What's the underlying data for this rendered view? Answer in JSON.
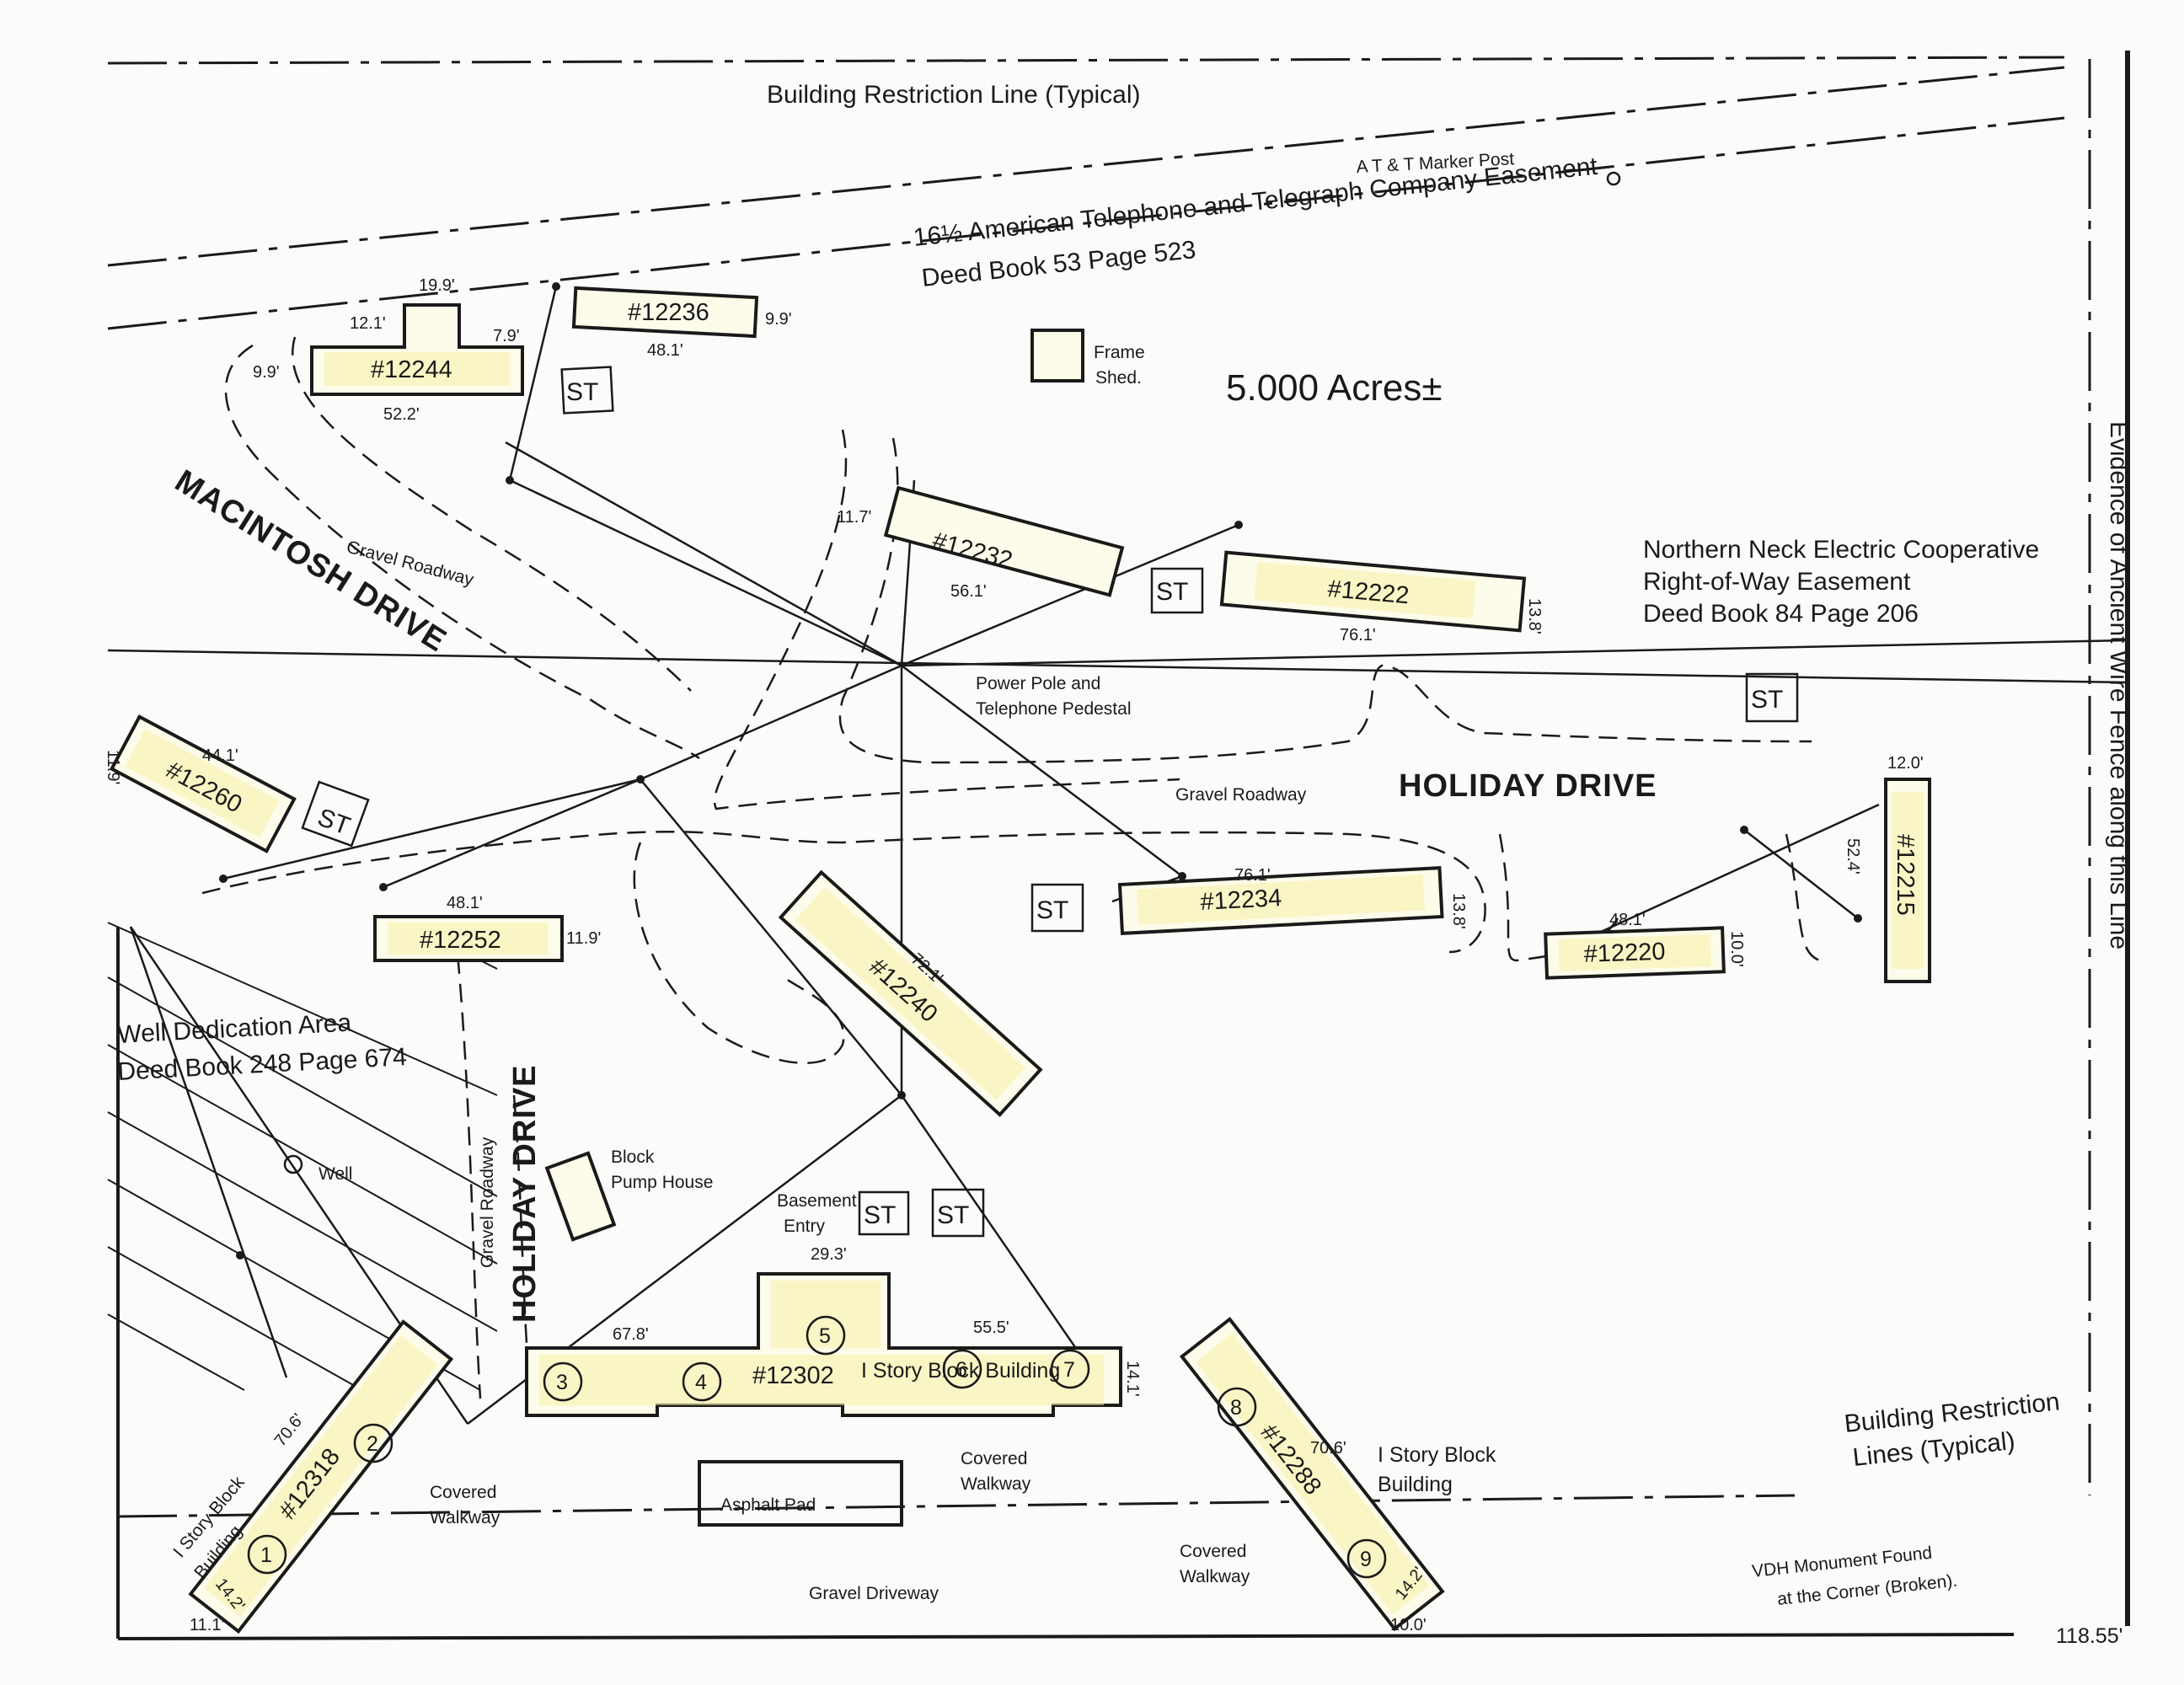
{
  "labels": {
    "building_restriction_top": "Building Restriction Line (Typical)",
    "att_marker": "A T & T Marker Post",
    "att_easement_line1": "16½ American Telephone and Telegraph Company Easement",
    "att_easement_line2": "Deed Book 53 Page 523",
    "frame_shed_1": "Frame",
    "frame_shed_2": "Shed.",
    "acreage": "5.000 Acres±",
    "macintosh_drive": "MACINTOSH DRIVE",
    "gravel_roadway": "Gravel Roadway",
    "nnec_line1": "Northern Neck Electric Cooperative",
    "nnec_line2": "Right-of-Way Easement",
    "nnec_line3": "Deed Book 84 Page 206",
    "power_pole_1": "Power Pole and",
    "power_pole_2": "Telephone Pedestal",
    "holiday_drive": "HOLIDAY DRIVE",
    "fence": "Evidence of Ancient Wire Fence along this Line",
    "well_area_1": "Well Dedication Area",
    "well_area_2": "Deed Book 248 Page 674",
    "well": "Well",
    "pump_1": "Block",
    "pump_2": "Pump House",
    "basement_1": "Basement",
    "basement_2": "Entry",
    "story_block_bldg": "I Story Block Building",
    "one_story_1": "I Story Block",
    "one_story_2": "Building",
    "covered_1": "Covered",
    "covered_2": "Walkway",
    "asphalt": "Asphalt Pad",
    "gravel_driveway": "Gravel Driveway",
    "restriction_1": "Building Restriction",
    "restriction_2": "Lines (Typical)",
    "vdh_1": "VDH Monument Found",
    "vdh_2": "at the Corner (Broken).",
    "corner_dim": "118.55'",
    "st": "ST"
  },
  "buildings": [
    {
      "id": "#12244",
      "dims": [
        "19.9'",
        "12.1'",
        "7.9'",
        "9.9'",
        "52.2'"
      ]
    },
    {
      "id": "#12236",
      "dims": [
        "9.9'",
        "48.1'"
      ]
    },
    {
      "id": "#12232",
      "dims": [
        "11.7'",
        "56.1'"
      ]
    },
    {
      "id": "#12222",
      "dims": [
        "76.1'",
        "13.8'"
      ]
    },
    {
      "id": "#12260",
      "dims": [
        "44.1'",
        "11.9'"
      ]
    },
    {
      "id": "#12252",
      "dims": [
        "48.1'",
        "11.9'"
      ]
    },
    {
      "id": "#12240",
      "dims": [
        "72.1'"
      ]
    },
    {
      "id": "#12234",
      "dims": [
        "76.1'",
        "13.8'"
      ]
    },
    {
      "id": "#12220",
      "dims": [
        "48.1'",
        "10.0'"
      ]
    },
    {
      "id": "#12215",
      "dims": [
        "12.0'",
        "52.4'"
      ]
    },
    {
      "id": "#12302",
      "dims": [
        "29.3'",
        "67.8'",
        "55.5'",
        "14.1'"
      ]
    },
    {
      "id": "#12318",
      "dims": [
        "70.6'",
        "14.2'",
        "11.1'"
      ]
    },
    {
      "id": "#12288",
      "dims": [
        "70.6'",
        "14.2'",
        "10.0'"
      ]
    }
  ],
  "unit_numbers": [
    "1",
    "2",
    "3",
    "4",
    "5",
    "6",
    "7",
    "8",
    "9"
  ]
}
